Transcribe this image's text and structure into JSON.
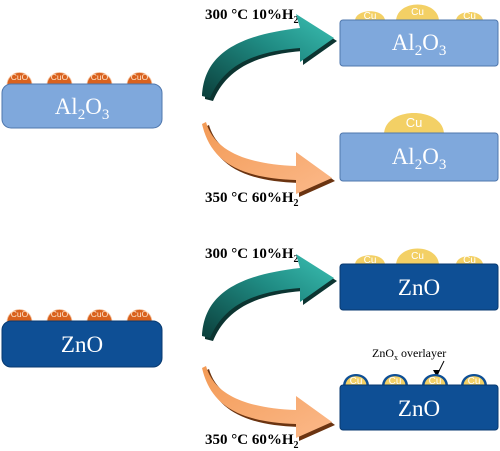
{
  "conditions": {
    "mild": {
      "prefix": "300 °C 10%H",
      "sub": "2"
    },
    "harsh": {
      "prefix": "350 °C 60%H",
      "sub": "2"
    }
  },
  "supports": {
    "al2o3": {
      "a": "Al",
      "s1": "2",
      "b": "O",
      "s2": "3"
    },
    "zno": "ZnO"
  },
  "particles": {
    "cuo": "CuO",
    "cu": "Cu"
  },
  "overlayer": {
    "prefix": "ZnO",
    "sub": "x",
    "suffix": " overlayer"
  },
  "colors": {
    "al2o3": "#7fa8dc",
    "zno": "#0e4f95",
    "cuo": "#d9621e",
    "cu": "#f3d065",
    "arrow_green": "#2aa198",
    "arrow_orange": "#f7a86b"
  }
}
